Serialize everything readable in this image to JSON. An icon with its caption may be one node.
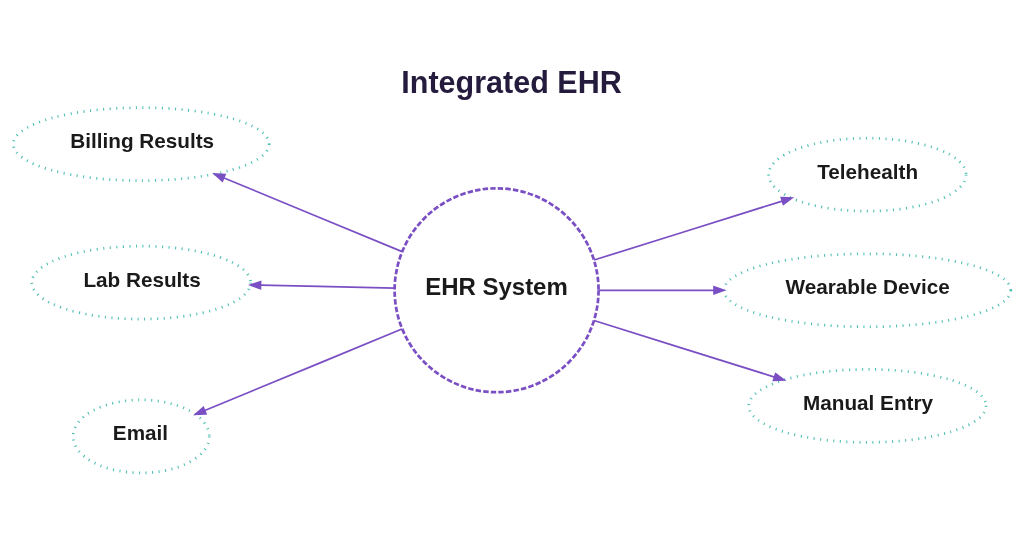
{
  "diagram": {
    "title": "Integrated EHR",
    "nodes": [
      {
        "text": [
          "EHR System"
        ]
      },
      {
        "text": [
          "Billing Results"
        ]
      },
      {
        "text": [
          "Lab Results"
        ]
      },
      {
        "text": [
          "Email"
        ]
      },
      {
        "text": [
          "Telehealth"
        ]
      },
      {
        "text": [
          "Wearable Device"
        ]
      },
      {
        "text": [
          "Manual Entry"
        ]
      }
    ],
    "edges": [
      {
        "from": 0,
        "to": 1,
        "arrow": "to"
      },
      {
        "from": 0,
        "to": 2,
        "arrow": "to"
      },
      {
        "from": 0,
        "to": 3,
        "arrow": "to"
      },
      {
        "from": 0,
        "to": 4,
        "arrow": "to"
      },
      {
        "from": 0,
        "to": 5,
        "arrow": "to"
      },
      {
        "from": 0,
        "to": 6,
        "arrow": "to"
      }
    ]
  }
}
